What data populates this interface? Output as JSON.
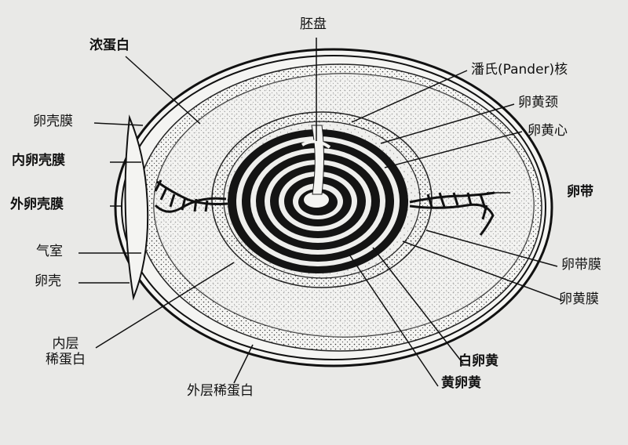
{
  "diagram": {
    "labels": {
      "germinal_disc": "胚盘",
      "dense_albumen": "浓蛋白",
      "pander_nucleus": "潘氏(Pander)核",
      "yolk_neck": "卵黄颈",
      "shell_membrane": "卵壳膜",
      "yolk_center": "卵黄心",
      "inner_shell_membrane": "内卵壳膜",
      "chalaza": "卵带",
      "outer_shell_membrane": "外卵壳膜",
      "air_cell": "气室",
      "shell": "卵壳",
      "chalaziferous_membrane": "卵带膜",
      "vitelline_membrane": "卵黄膜",
      "inner_thin_albumen": "内层\n稀蛋白",
      "white_yolk": "白卵黄",
      "yellow_yolk": "黄卵黄",
      "outer_thin_albumen": "外层稀蛋白"
    }
  }
}
